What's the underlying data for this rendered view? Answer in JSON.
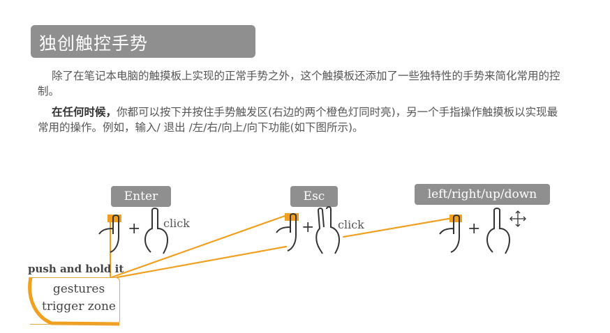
{
  "header": {
    "title": "独创触控手势"
  },
  "paragraphs": {
    "p1": "除了在笔记本电脑的触摸板上实现的正常手势之外，这个触摸板还添加了一些独特性的手势来简化常用的控制。",
    "p2_bold": "在任何时候，",
    "p2_rest": "你都可以按下并按住手势触发区(右边的两个橙色灯同时亮)，另一个手指操作触摸板以实现最常用的操作。例如，输入/ 退出 /左/右/向上/向下功能(如下图所示)。"
  },
  "diagram": {
    "keys": {
      "enter": "Enter",
      "esc": "Esc",
      "directions": "left/right/up/down"
    },
    "click_label_1": "click",
    "click_label_2": "click",
    "plus": "+",
    "push_label": "push and hold it",
    "zone_label_line1": "gestures",
    "zone_label_line2": "trigger zone",
    "accent_color": "#f0a01e"
  }
}
